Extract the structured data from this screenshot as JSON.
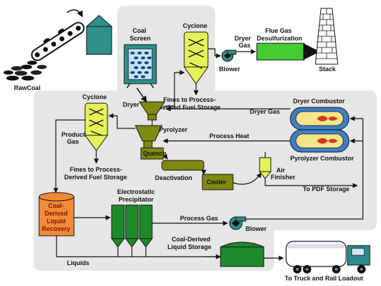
{
  "labels": {
    "raw_coal": "RawCoal",
    "coal_screen_1": "Coal",
    "coal_screen_2": "Screen",
    "cyclone_top": "Cyclone",
    "dryer_gas_top_1": "Dryer",
    "dryer_gas_top_2": "Gas",
    "flue_gas_1": "Flue Gas",
    "flue_gas_2": "Desulfurization",
    "blower_top": "Blower",
    "stack": "Stack",
    "dryer": "Dryer",
    "fines_top_1": "Fines to Process-",
    "fines_top_2": "Derived Fuel Storage",
    "dryer_combustor": "Dryer Combustor",
    "dryer_gas_mid": "Dryer Gas",
    "cyclone_left": "Cyclone",
    "product_gas_1": "Product",
    "product_gas_2": "Gas",
    "pyrolyzer": "Pyrolyzer",
    "process_heat": "Process Heat",
    "pyrolyzer_combustor": "Pyrolyzer Combustor",
    "quench": "Quench",
    "fines_left_1": "Fines to Process-",
    "fines_left_2": "Derived Fuel Storage",
    "deactivation": "Deactivation",
    "cooler": "Cooler",
    "air_finisher_1": "Air",
    "air_finisher_2": "Finisher",
    "to_pdf_storage": "To PDF Storage",
    "esp_1": "Electrostatic",
    "esp_2": "Precipitator",
    "cdlr_1": "Coal-",
    "cdlr_2": "Derived",
    "cdlr_3": "Liquid",
    "cdlr_4": "Recovery",
    "process_gas": "Process Gas",
    "blower_bottom": "Blower",
    "liquid_storage_1": "Coal-Derived",
    "liquid_storage_2": "Liquid Storage",
    "liquids": "Liquids",
    "truck_rail": "To Truck and Rail Loadout"
  },
  "colors": {
    "panel": "#e6e6e6",
    "teal": "#2f8f8a",
    "yellow_green": "#e6f25a",
    "green_box": "#44cc33",
    "olive": "#7f8a10",
    "green_dark": "#1f8a2a",
    "orange": "#f28a3a",
    "combustor_blue": "#3f7fc6",
    "truck_teal": "#2e8b8b"
  }
}
